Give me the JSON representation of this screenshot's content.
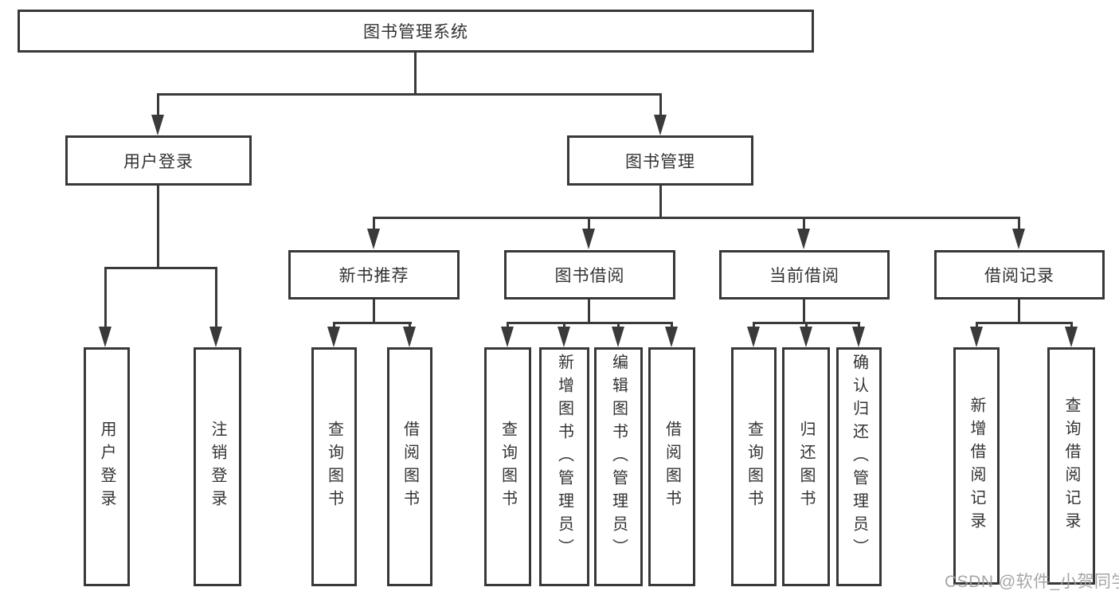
{
  "tree": {
    "root": {
      "label": "图书管理系统",
      "children": [
        {
          "label": "用户登录",
          "children": [
            {
              "label": "用户登录"
            },
            {
              "label": "注销登录"
            }
          ]
        },
        {
          "label": "图书管理",
          "children": [
            {
              "label": "新书推荐",
              "children": [
                {
                  "label": "查询图书"
                },
                {
                  "label": "借阅图书"
                }
              ]
            },
            {
              "label": "图书借阅",
              "children": [
                {
                  "label": "查询图书"
                },
                {
                  "label": "新增图书（管理员）"
                },
                {
                  "label": "编辑图书（管理员）"
                },
                {
                  "label": "借阅图书"
                }
              ]
            },
            {
              "label": "当前借阅",
              "children": [
                {
                  "label": "查询图书"
                },
                {
                  "label": "归还图书"
                },
                {
                  "label": "确认归还（管理员）"
                }
              ]
            },
            {
              "label": "借阅记录",
              "children": [
                {
                  "label": "新增借阅记录"
                },
                {
                  "label": "查询借阅记录"
                }
              ]
            }
          ]
        }
      ]
    }
  },
  "watermark": {
    "text": "CSDN @软件_小贺同学"
  },
  "colors": {
    "line": "#3a3a3a",
    "box_border": "#383838",
    "text": "#333333",
    "watermark": "#9e9e9e",
    "background": "#ffffff"
  }
}
